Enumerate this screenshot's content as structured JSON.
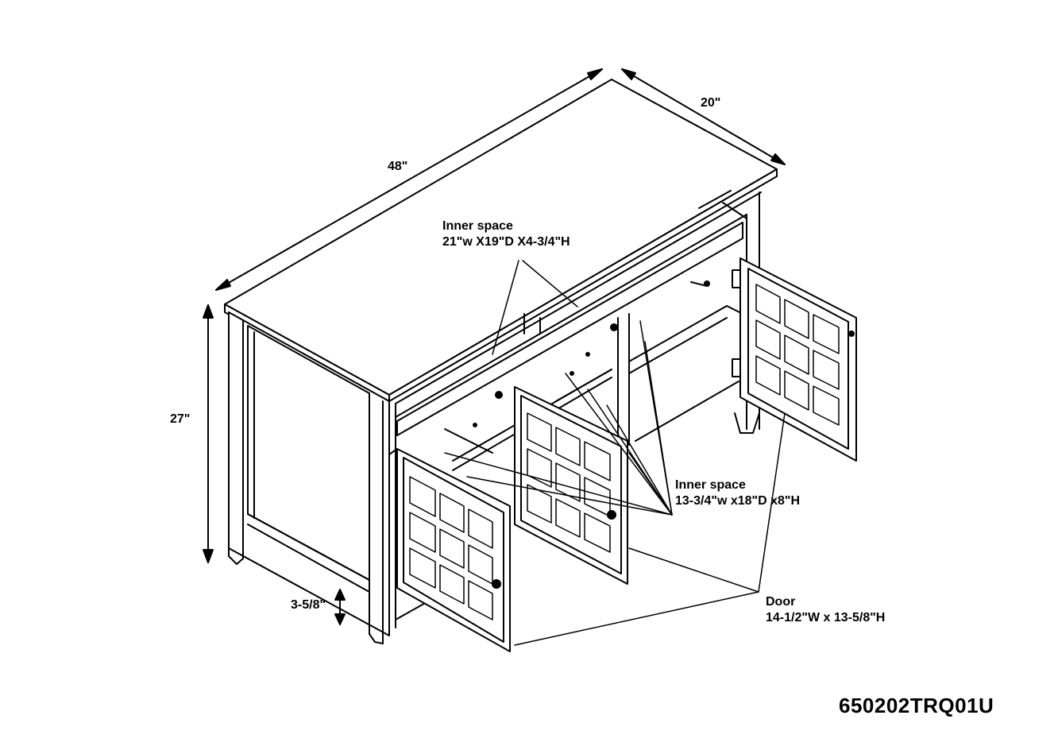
{
  "dimensions": {
    "width": "48\"",
    "depth": "20\"",
    "height": "27\"",
    "leg_clearance": "3-5/8\""
  },
  "callouts": {
    "top_inner_space": {
      "title": "Inner space",
      "size": "21\"w X19\"D X4-3/4\"H"
    },
    "cabinet_inner_space": {
      "title": "Inner space",
      "size": "13-3/4\"w x18\"D x8\"H"
    },
    "door": {
      "title": "Door",
      "size": "14-1/2\"W x 13-5/8\"H"
    }
  },
  "model_number": "650202TRQ01U",
  "colors": {
    "line": "#000000",
    "background": "#ffffff"
  }
}
